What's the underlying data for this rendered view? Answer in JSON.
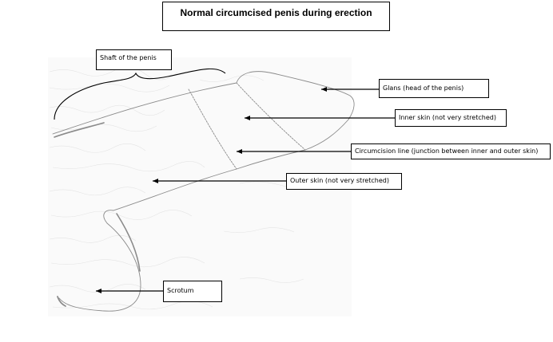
{
  "title": "Normal circumcised penis during erection",
  "labels": {
    "shaft": "Shaft of the penis",
    "glans": "Glans (head of the penis)",
    "inner_skin": "Inner skin (not very stretched)",
    "circumcision_line": "Circumcision line (junction between inner and outer skin)",
    "outer_skin": "Outer skin (not very stretched)",
    "scrotum": "Scrotum"
  },
  "colors": {
    "sketch_line": "#8a8a8a",
    "texture": "#e2e2e2",
    "pointer": "#000000",
    "box_border": "#000000"
  }
}
